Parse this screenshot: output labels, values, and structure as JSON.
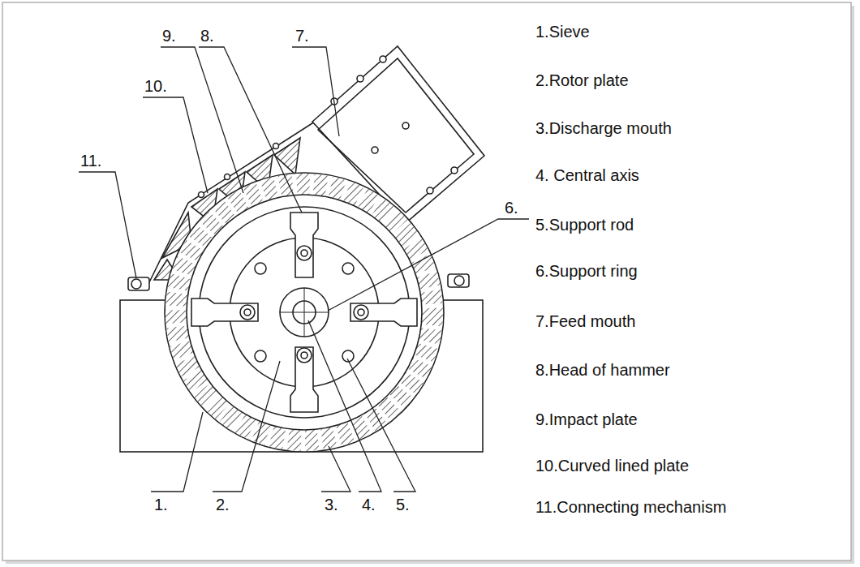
{
  "diagram": {
    "labels": [
      "9.",
      "8.",
      "7.",
      "10.",
      "11.",
      "6.",
      "1.",
      "2.",
      "3.",
      "4.",
      "5.",
      "1.Sieve",
      "2.Rotor plate",
      "3.Discharge mouth",
      "4. Central axis",
      "5.Support rod",
      "6.Support ring",
      "7.Feed mouth",
      "8.Head of hammer",
      "9.Impact plate",
      "10.Curved lined plate",
      "11.Connecting mechanism"
    ]
  }
}
